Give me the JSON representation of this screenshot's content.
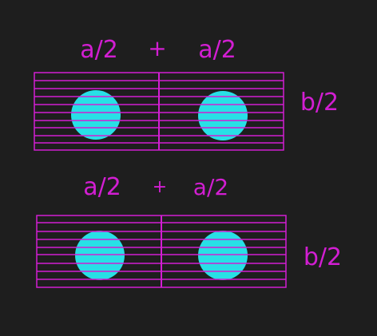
{
  "colors": {
    "background": "#1e1e1e",
    "lines": "#d21ed2",
    "circles": "#28e0e6"
  },
  "top_block": {
    "label_left": "a/2",
    "plus": "+",
    "label_right": "a/2",
    "side_label": "b/2"
  },
  "bottom_block": {
    "label_left": "a/2",
    "plus": "+",
    "label_right": "a/2",
    "side_label": "b/2"
  }
}
